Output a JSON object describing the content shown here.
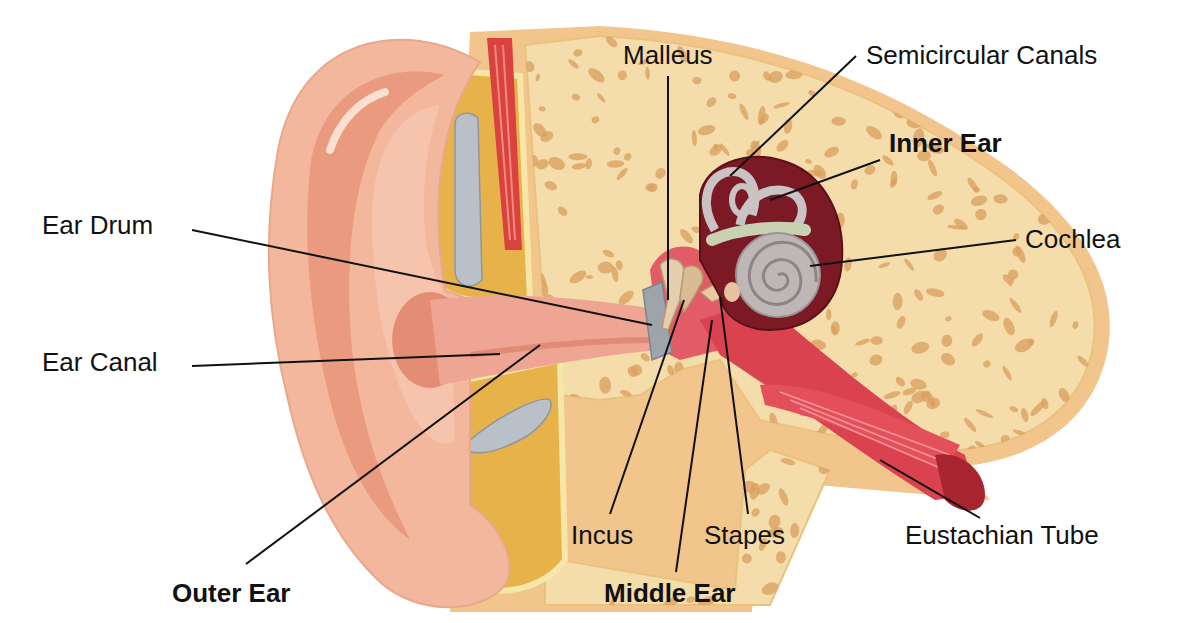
{
  "diagram": {
    "labels": [
      "Malleus",
      "Semicircular Canals",
      "Inner Ear",
      "Ear Drum",
      "Cochlea",
      "Ear Canal",
      "Incus",
      "Stapes",
      "Eustachian Tube",
      "Outer Ear",
      "Middle Ear"
    ]
  }
}
